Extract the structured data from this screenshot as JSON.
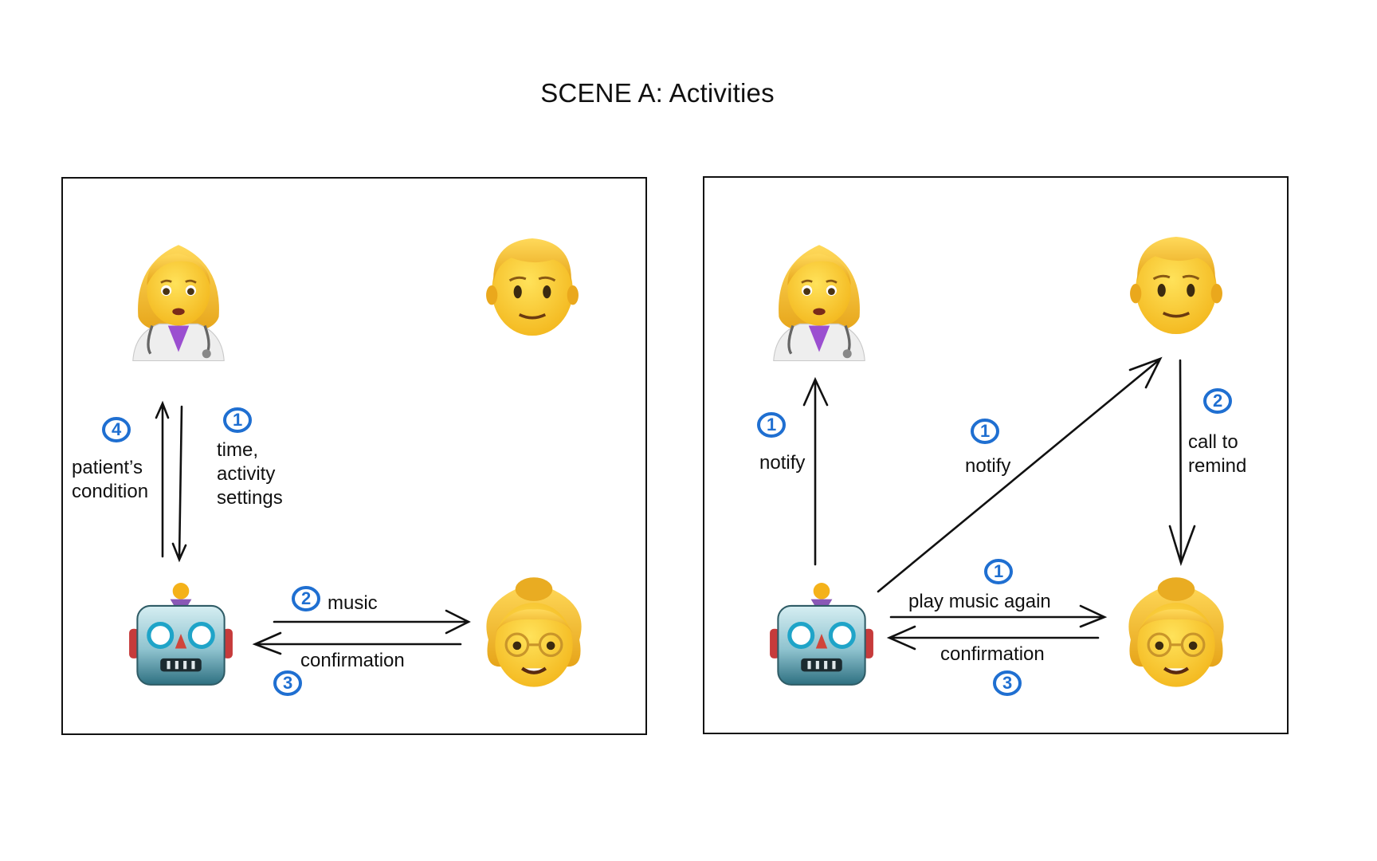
{
  "title": "SCENE A: Activities",
  "colors": {
    "step_marker": "#1f6fd1",
    "line": "#111111"
  },
  "left_panel": {
    "figures": [
      "doctor-woman-icon",
      "man-face-icon",
      "robot-face-icon",
      "old-woman-face-icon"
    ],
    "labels": {
      "patient_condition": "patient’s\ncondition",
      "time_settings": "time,\nactivity\nsettings",
      "music": "music",
      "confirmation": "confirmation"
    },
    "steps": {
      "patient_condition": "4",
      "time_settings": "1",
      "music": "2",
      "confirmation": "3"
    }
  },
  "right_panel": {
    "figures": [
      "doctor-woman-icon",
      "man-face-icon",
      "robot-face-icon",
      "old-woman-face-icon"
    ],
    "labels": {
      "notify_doctor": "notify",
      "notify_son": "notify",
      "call_to_remind": "call to\nremind",
      "play_music_again": "play music again",
      "confirmation": "confirmation"
    },
    "steps": {
      "notify_doctor": "1",
      "notify_son": "1",
      "call_to_remind": "2",
      "play_music_again": "1",
      "confirmation": "3"
    }
  }
}
